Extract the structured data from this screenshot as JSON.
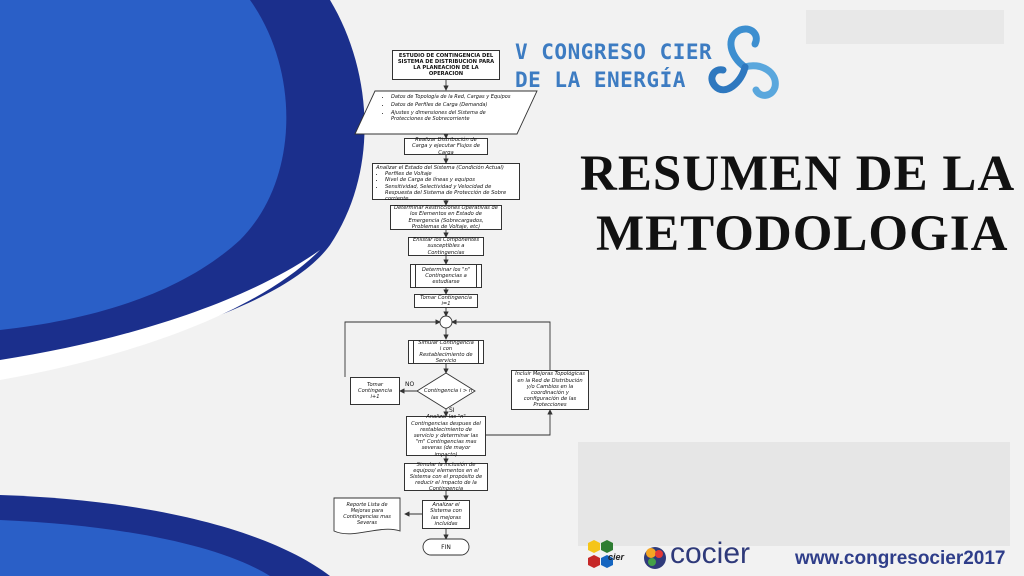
{
  "slide": {
    "title_line1": "RESUMEN DE LA",
    "title_line2": "METODOLOGIA",
    "logo_line1": "V CONGRESO CIER",
    "logo_line2": "DE LA ENERGÍA",
    "url": "www.congresocier2017",
    "partner1": "cier",
    "partner2": "cocier"
  },
  "colors": {
    "dark_blue": "#1b2f8c",
    "mid_blue": "#2a5fc7",
    "light_blue": "#3d7cc2",
    "url_blue": "#2f3e8a"
  },
  "flowchart": {
    "start": "ESTUDIO DE CONTINGENCIA DEL SISTEMA DE DISTRIBUCION PARA LA PLANEACION DE LA OPERACION",
    "inputs": [
      "Datos de Topología de la Red, Cargas y Equipos",
      "Datos de Perfiles de Carga (Demanda)",
      "Ajustes y dimensiones del Sistema de Protecciones de Sobrecorriente"
    ],
    "step_load_flow": "Realizar Distribución de Carga y ejecutar Flujos de Carga",
    "analysis_title": "Analizar el Estado del Sistema (Condición Actual)",
    "analysis_items": [
      "Perfiles de Voltaje",
      "Nivel de Carga de líneas y equipos",
      "Sensitividad, Selectividad y Velocidad de Respuesta del Sistema de Protección de Sobre corriente"
    ],
    "step_restrictions": "Determinar Restricciones Operativas de los Elementos en Estado de Emergencia (Sobrecargados, Problemas de Voltaje, etc)",
    "step_list": "Enlistar los Componentes susceptibles a Contingencias",
    "step_determine": "Determinar los \"n\" Contingencias a estudiarse",
    "step_take1": "Tomar Contingencia i=1",
    "step_simulate": "Simular Contingencia i con Restablecimiento de Servicio",
    "decision": "Contingencia i > n",
    "label_no": "NO",
    "label_si": "SI",
    "step_take_next": "Tomar Contingencia i+1",
    "step_improve": "Incluir Mejoras Topológicas en la Red de Distribución y/o Cambios en la coordinación y configuración de las Protecciones",
    "step_analyze_n": "Analizar las \"n\" Contingencias despues del restablecimiento de servicio y determinar las \"m\" Contingencias mas severas (de mayor impacto)",
    "step_simulate_inclusion": "Simular la inclusión de equipos/ elementos en el Sistema con el propósito de reducir el impacto de la Contingencia",
    "step_analyze_system": "Analizar el Sistema con las mejoras incluidas",
    "report": "Reporte Lista de Mejoras para Contingencias mas Severas",
    "end": "FIN"
  }
}
